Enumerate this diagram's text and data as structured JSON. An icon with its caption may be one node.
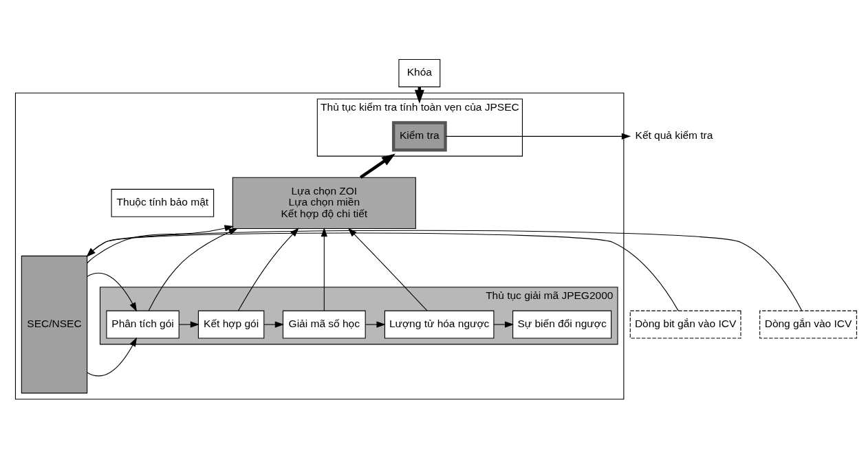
{
  "diagram": {
    "nodes": [
      {
        "text": [],
        "shape": "box"
      },
      {
        "text": [
          "Khóa"
        ]
      },
      {
        "text": [
          "Thủ tục kiểm tra tính toàn vẹn của JPSEC"
        ],
        "in": 0
      },
      {
        "text": [
          "Kiểm tra"
        ],
        "in": 2
      },
      {
        "text": [
          "Kết quả kiểm tra"
        ]
      },
      {
        "text": [
          "SEC/NSEC"
        ],
        "in": 0
      },
      {
        "text": [
          "Thuộc tính bảo mật"
        ],
        "in": 0
      },
      {
        "text": [
          "Lựa chọn ZOI",
          "Lựa chọn miền",
          "Kết hợp độ chi tiết"
        ],
        "in": 0
      },
      {
        "text": [
          "Thủ tục giải mã JPEG2000"
        ],
        "in": 0
      },
      {
        "text": [
          "Phân tích gói"
        ],
        "in": 8
      },
      {
        "text": [
          "Kết hợp gói"
        ],
        "in": 8
      },
      {
        "text": [
          "Giải mã số học"
        ],
        "in": 8
      },
      {
        "text": [
          "Lượng tử hóa ngược"
        ],
        "in": 8
      },
      {
        "text": [
          "Sự biến đổi ngược"
        ],
        "in": 8
      },
      {
        "text": [
          "Dòng bit gắn vào ICV"
        ]
      },
      {
        "text": [
          "Dòng gắn vào ICV"
        ]
      }
    ],
    "edges": [
      {
        "from": 1,
        "to": 2,
        "arrow": "to",
        "style": "thick"
      },
      {
        "from": 3,
        "to": 4,
        "arrow": "to"
      },
      {
        "from": 7,
        "to": 2,
        "arrow": "to",
        "style": "thick"
      },
      {
        "from": 5,
        "to": 7,
        "arrow": "to"
      },
      {
        "from": 14,
        "to": 5,
        "arrow": "to"
      },
      {
        "from": 15,
        "to": 5,
        "arrow": "to"
      },
      {
        "from": 5,
        "to": 9,
        "arrow": "to"
      },
      {
        "from": 5,
        "to": 9,
        "arrow": "to"
      },
      {
        "from": 9,
        "to": 10,
        "arrow": "to"
      },
      {
        "from": 10,
        "to": 11,
        "arrow": "to"
      },
      {
        "from": 11,
        "to": 12,
        "arrow": "to"
      },
      {
        "from": 12,
        "to": 13,
        "arrow": "to"
      },
      {
        "from": 9,
        "to": 7,
        "arrow": "to"
      },
      {
        "from": 10,
        "to": 7,
        "arrow": "to"
      },
      {
        "from": 11,
        "to": 7,
        "arrow": "to"
      },
      {
        "from": 12,
        "to": 7,
        "arrow": "to"
      }
    ]
  }
}
